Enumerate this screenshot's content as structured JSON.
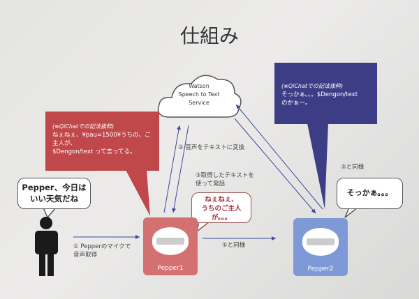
{
  "title": "仕組み",
  "cloud": {
    "lines": [
      "Watson",
      "Speech to Text",
      "Service"
    ]
  },
  "red_box": {
    "note": "(※QiChatでの記法抜粋)",
    "lines": [
      "ねぇねぇ、¥pau=1500¥うちの、ご主人が、",
      "$Dengon/text って言ってる。"
    ]
  },
  "blue_box": {
    "note": "(※QiChatでの記法抜粋)",
    "lines": [
      "そっかぁ。。。$Dengon/text",
      "のかぁー。"
    ]
  },
  "left_bubble": [
    "Pepper、今日は",
    "いい天気だね"
  ],
  "mid_bubble": [
    "ねぇねぇ、",
    "うちのご主人",
    "が。。。"
  ],
  "right_bubble": "そっかぁ。。。",
  "labels": {
    "step1": [
      "① Pepperのマイクで",
      "音声取得"
    ],
    "step1_same": "①と同様",
    "step2": "② 音声をテキストに変換",
    "step3": [
      "③取得したテキストを",
      "使って発話"
    ],
    "step3_same": "③と同様"
  },
  "robots": {
    "pepper1": "Pepper1",
    "pepper2": "Pepper2"
  },
  "colors": {
    "red": "#c0484a",
    "blue": "#3d3d86",
    "pepper1": "#d37072",
    "pepper2": "#7e9ad6"
  }
}
